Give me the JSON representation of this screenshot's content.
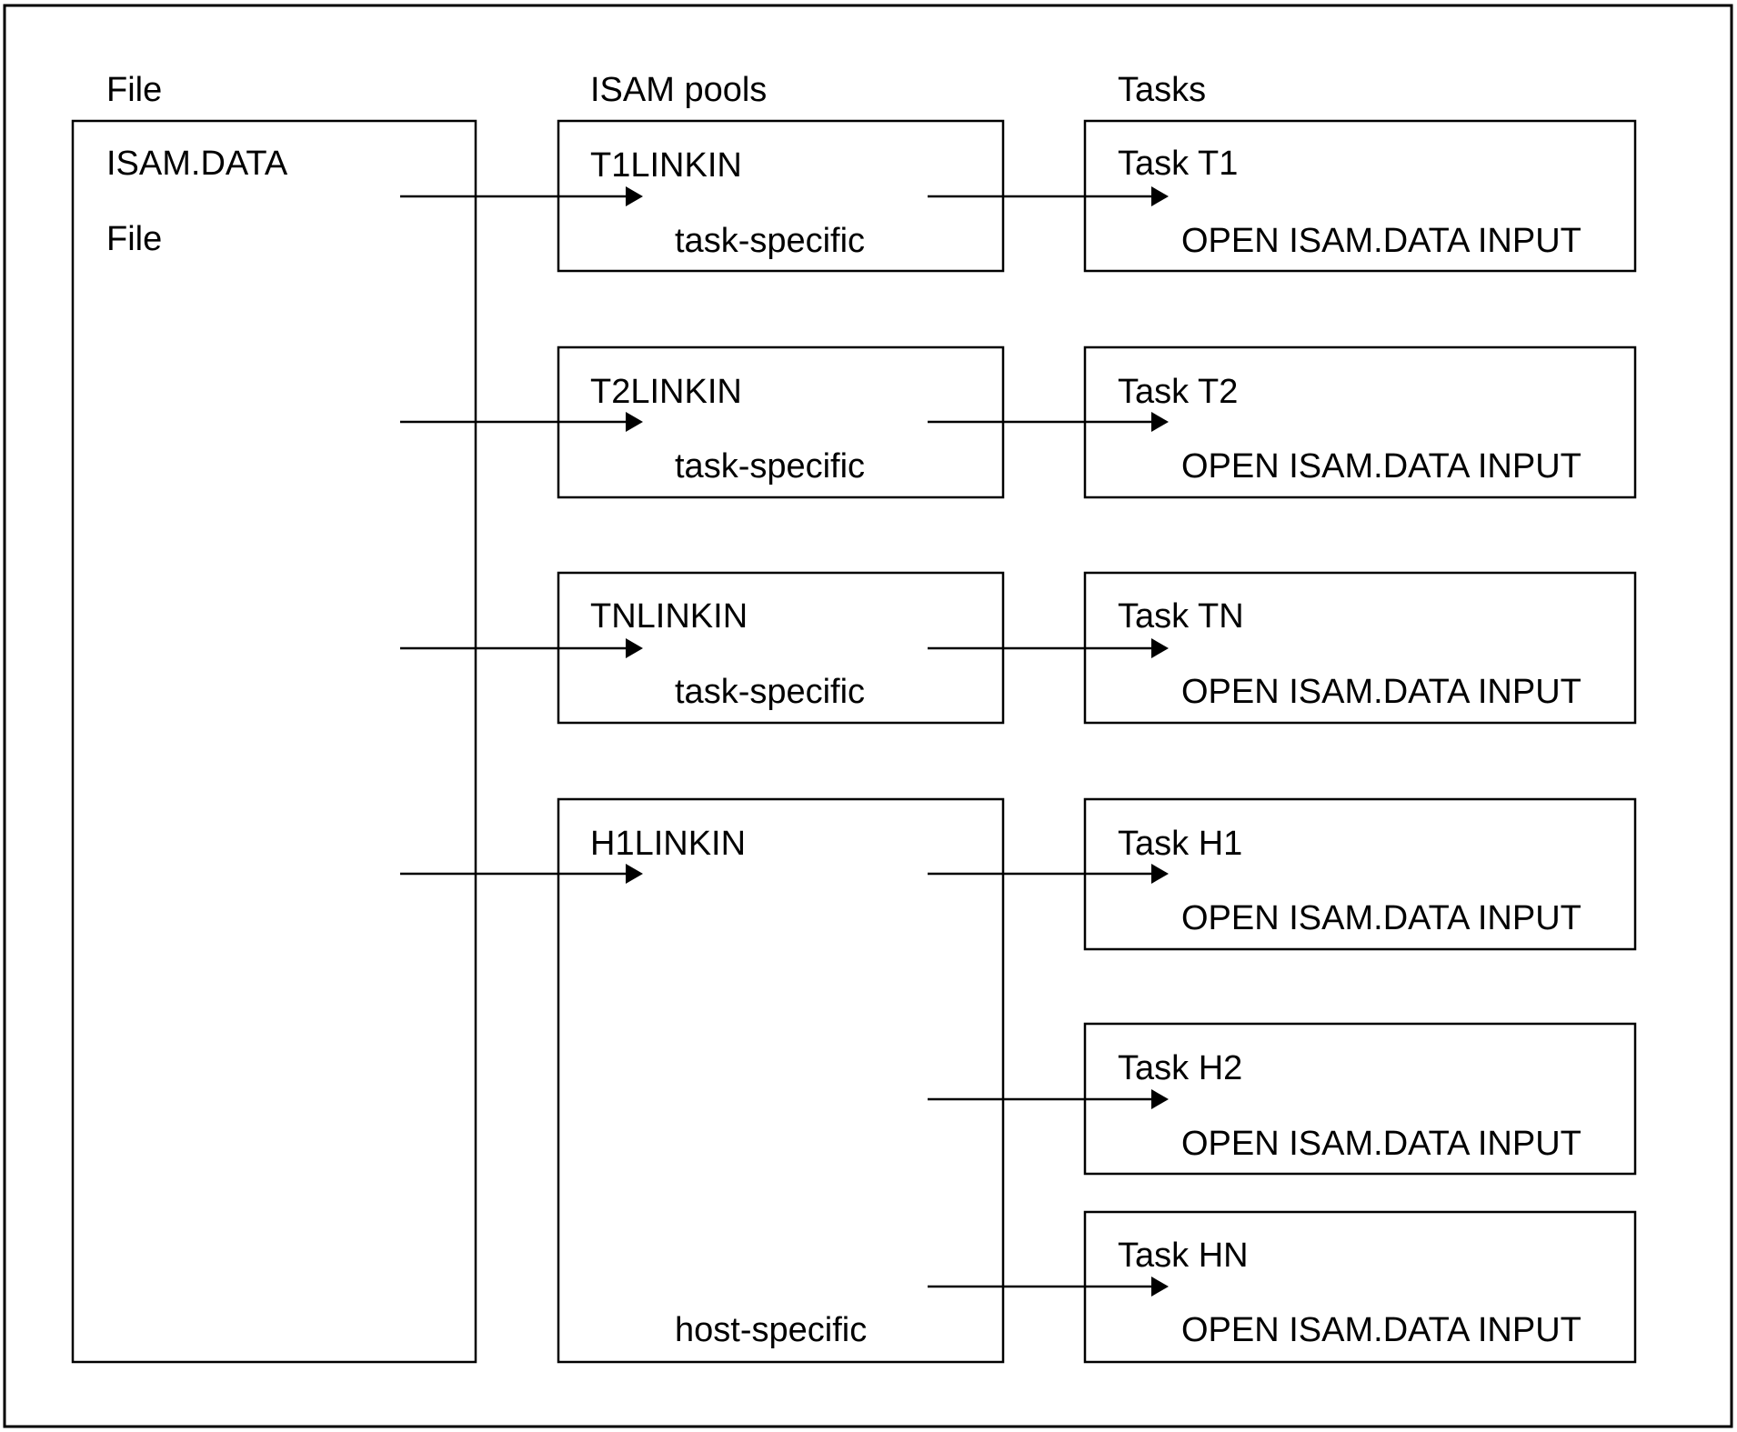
{
  "headers": {
    "file": "File",
    "pools": "ISAM pools",
    "tasks": "Tasks"
  },
  "file_box": {
    "name": "ISAM.DATA",
    "type": "File"
  },
  "pools": [
    {
      "name": "T1LINKIN",
      "scope": "task-specific"
    },
    {
      "name": "T2LINKIN",
      "scope": "task-specific"
    },
    {
      "name": "TNLINKIN",
      "scope": "task-specific"
    },
    {
      "name": "H1LINKIN",
      "scope": "host-specific"
    }
  ],
  "tasks": [
    {
      "name": "Task T1",
      "command": "OPEN ISAM.DATA INPUT"
    },
    {
      "name": "Task T2",
      "command": "OPEN ISAM.DATA INPUT"
    },
    {
      "name": "Task TN",
      "command": "OPEN ISAM.DATA INPUT"
    },
    {
      "name": "Task H1",
      "command": "OPEN ISAM.DATA INPUT"
    },
    {
      "name": "Task H2",
      "command": "OPEN ISAM.DATA INPUT"
    },
    {
      "name": "Task HN",
      "command": "OPEN ISAM.DATA INPUT"
    }
  ]
}
